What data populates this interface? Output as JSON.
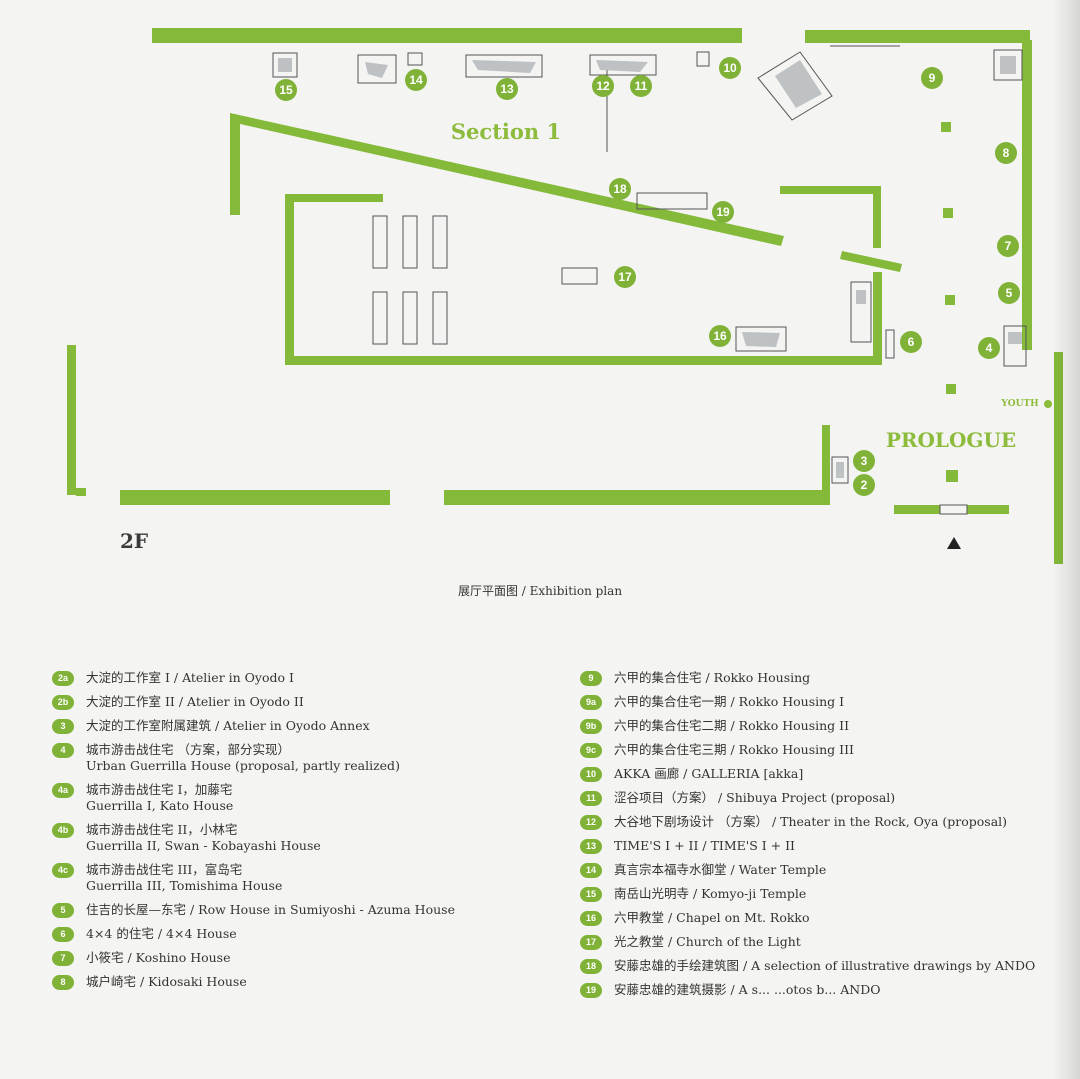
{
  "plan": {
    "floor_label": "2F",
    "section_title": "Section 1",
    "prologue_title": "PROLOGUE",
    "youth_label": "YOUTH",
    "markers": [
      "15",
      "14",
      "13",
      "12",
      "11",
      "10",
      "9",
      "8",
      "7",
      "5",
      "4",
      "6",
      "16",
      "17",
      "18",
      "19",
      "3",
      "2"
    ],
    "caption": "展厅平面图 / Exhibition plan",
    "colors": {
      "wall": "#84b93a",
      "marker": "#7fb236",
      "background": "#f4f4f2"
    }
  },
  "legend": {
    "left": [
      {
        "num": "2a",
        "text": "大淀的工作室 Ⅰ / Atelier in Oyodo I"
      },
      {
        "num": "2b",
        "text": "大淀的工作室 II / Atelier in Oyodo II"
      },
      {
        "num": "3",
        "text": "大淀的工作室附属建筑 / Atelier in Oyodo Annex"
      },
      {
        "num": "4",
        "text": "城市游击战住宅 （方案，部分实现）",
        "sub": "Urban Guerrilla House (proposal, partly realized)"
      },
      {
        "num": "4a",
        "text": "城市游击战住宅 I，加藤宅",
        "sub": "Guerrilla I, Kato House"
      },
      {
        "num": "4b",
        "text": "城市游击战住宅 II，小林宅",
        "sub": "Guerrilla II, Swan - Kobayashi House"
      },
      {
        "num": "4c",
        "text": "城市游击战住宅 III，富岛宅",
        "sub": "Guerrilla III, Tomishima House"
      },
      {
        "num": "5",
        "text": "住吉的长屋—东宅 / Row House in Sumiyoshi - Azuma House"
      },
      {
        "num": "6",
        "text": "4×4 的住宅 / 4×4 House"
      },
      {
        "num": "7",
        "text": "小筱宅 / Koshino House"
      },
      {
        "num": "8",
        "text": "城户崎宅 / Kidosaki House"
      }
    ],
    "right": [
      {
        "num": "9",
        "text": "六甲的集合住宅 / Rokko Housing"
      },
      {
        "num": "9a",
        "text": "六甲的集合住宅一期 / Rokko Housing I"
      },
      {
        "num": "9b",
        "text": "六甲的集合住宅二期 / Rokko Housing II"
      },
      {
        "num": "9c",
        "text": "六甲的集合住宅三期 / Rokko Housing III"
      },
      {
        "num": "10",
        "text": "AKKA 画廊 / GALLERIA [akka]"
      },
      {
        "num": "11",
        "text": "涩谷项目（方案） / Shibuya Project (proposal)"
      },
      {
        "num": "12",
        "text": "大谷地下剧场设计 （方案） / Theater in the Rock, Oya (proposal)"
      },
      {
        "num": "13",
        "text": "TIME'S I + II / TIME'S I + II"
      },
      {
        "num": "14",
        "text": "真言宗本福寺水御堂 / Water Temple"
      },
      {
        "num": "15",
        "text": "南岳山光明寺 / Komyo-ji Temple"
      },
      {
        "num": "16",
        "text": "六甲教堂 / Chapel on Mt. Rokko"
      },
      {
        "num": "17",
        "text": "光之教堂 / Church of the Light"
      },
      {
        "num": "18",
        "text": "安藤忠雄的手绘建筑图 / A selection of illustrative drawings  by ANDO"
      },
      {
        "num": "19",
        "text": "安藤忠雄的建筑摄影 / A s... ...otos b... ANDO"
      }
    ]
  }
}
